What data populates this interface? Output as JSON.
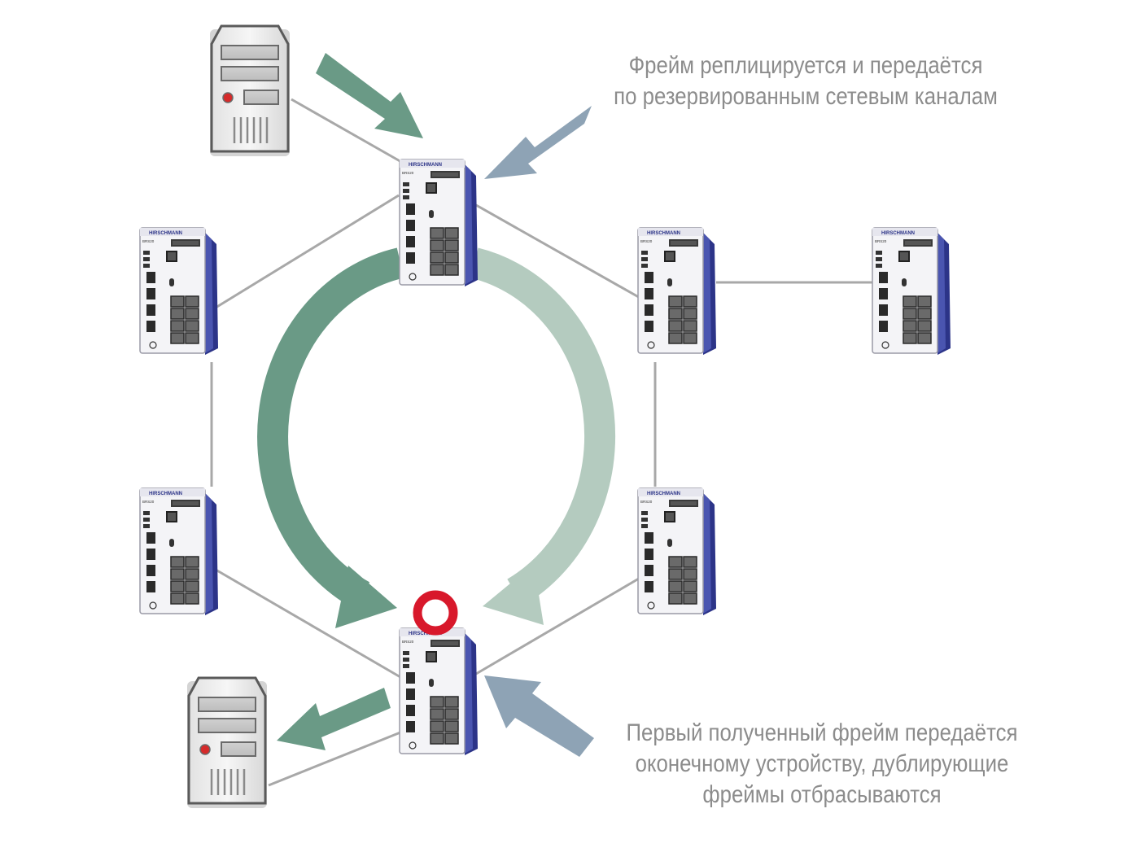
{
  "captions": {
    "top": {
      "line1": "Фрейм реплицируется и передаётся",
      "line2": "по резервированным сетевым каналам"
    },
    "bottom": {
      "line1": "Первый полученный фрейм передаётся",
      "line2": "оконечному устройству, дублирующие",
      "line3": "фреймы отбрасываются"
    }
  },
  "device_labels": {
    "brand": "HIRSCHMANN",
    "model": "BRS20"
  },
  "colors": {
    "link": "#a8a8a8",
    "arrow_green": "#6a9a86",
    "arrow_light": "#b4cbbf",
    "arrow_blue": "#8ea3b5",
    "marker_red": "#d8182b",
    "switch_blue": "#2c3488"
  },
  "icons": {
    "servers": [
      "server-icon",
      "server-icon"
    ],
    "switches": [
      "switch-icon"
    ]
  }
}
